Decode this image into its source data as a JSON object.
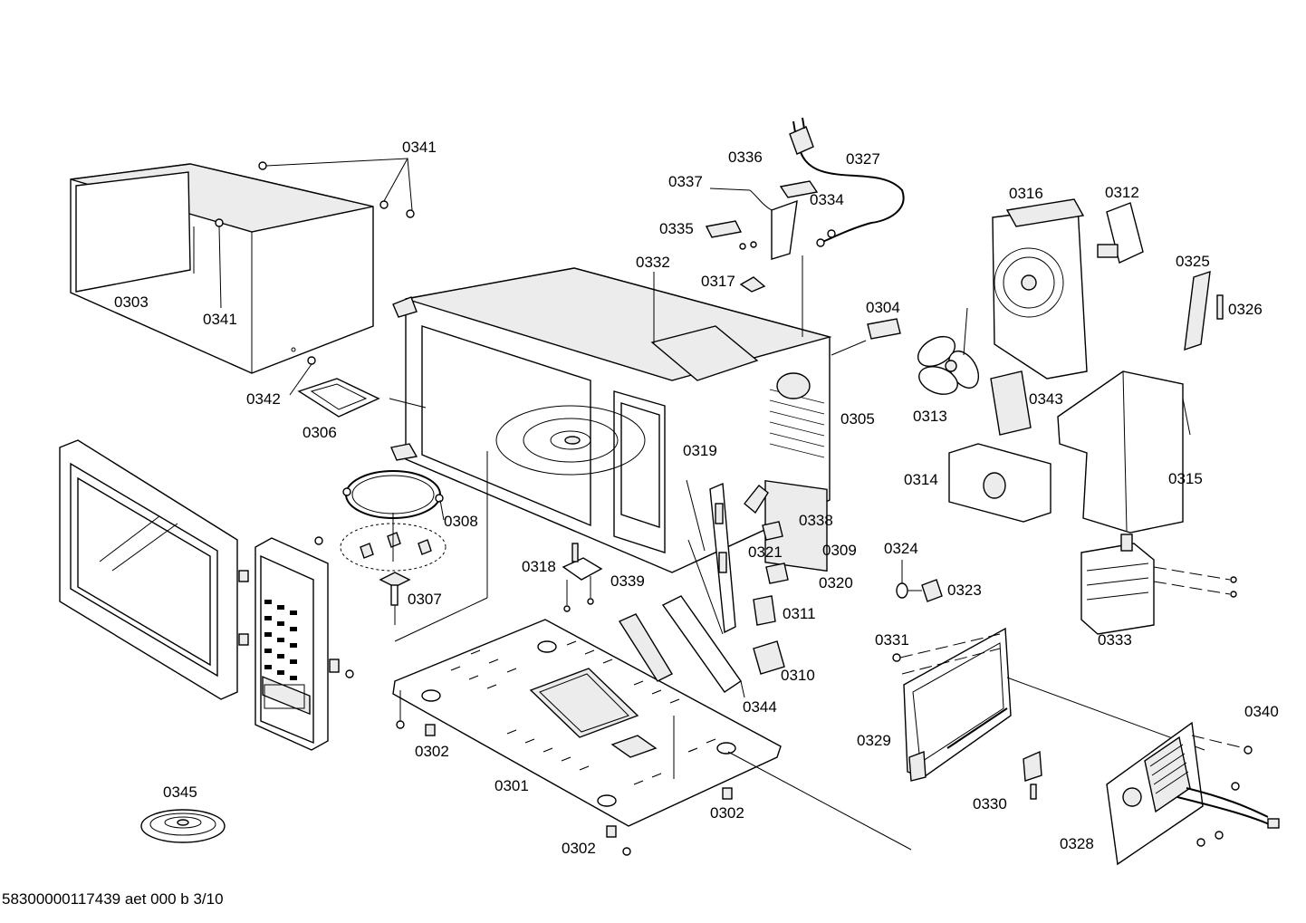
{
  "parts": [
    {
      "id": "0341a",
      "label": "0341"
    },
    {
      "id": "0341b",
      "label": "0341"
    },
    {
      "id": "0303",
      "label": "0303"
    },
    {
      "id": "0342",
      "label": "0342"
    },
    {
      "id": "0306",
      "label": "0306"
    },
    {
      "id": "0308",
      "label": "0308"
    },
    {
      "id": "0307",
      "label": "0307"
    },
    {
      "id": "0345",
      "label": "0345"
    },
    {
      "id": "0302a",
      "label": "0302"
    },
    {
      "id": "0302b",
      "label": "0302"
    },
    {
      "id": "0302c",
      "label": "0302"
    },
    {
      "id": "0301",
      "label": "0301"
    },
    {
      "id": "0318",
      "label": "0318"
    },
    {
      "id": "0339",
      "label": "0339"
    },
    {
      "id": "0344",
      "label": "0344"
    },
    {
      "id": "0332",
      "label": "0332"
    },
    {
      "id": "0317",
      "label": "0317"
    },
    {
      "id": "0335",
      "label": "0335"
    },
    {
      "id": "0337",
      "label": "0337"
    },
    {
      "id": "0336",
      "label": "0336"
    },
    {
      "id": "0327",
      "label": "0327"
    },
    {
      "id": "0334",
      "label": "0334"
    },
    {
      "id": "0304",
      "label": "0304"
    },
    {
      "id": "0305",
      "label": "0305"
    },
    {
      "id": "0319",
      "label": "0319"
    },
    {
      "id": "0338",
      "label": "0338"
    },
    {
      "id": "0309",
      "label": "0309"
    },
    {
      "id": "0321",
      "label": "0321"
    },
    {
      "id": "0320",
      "label": "0320"
    },
    {
      "id": "0311",
      "label": "0311"
    },
    {
      "id": "0310",
      "label": "0310"
    },
    {
      "id": "0316",
      "label": "0316"
    },
    {
      "id": "0312",
      "label": "0312"
    },
    {
      "id": "0325",
      "label": "0325"
    },
    {
      "id": "0326",
      "label": "0326"
    },
    {
      "id": "0313",
      "label": "0313"
    },
    {
      "id": "0343",
      "label": "0343"
    },
    {
      "id": "0314",
      "label": "0314"
    },
    {
      "id": "0315",
      "label": "0315"
    },
    {
      "id": "0324",
      "label": "0324"
    },
    {
      "id": "0323",
      "label": "0323"
    },
    {
      "id": "0333",
      "label": "0333"
    },
    {
      "id": "0331",
      "label": "0331"
    },
    {
      "id": "0329",
      "label": "0329"
    },
    {
      "id": "0330",
      "label": "0330"
    },
    {
      "id": "0340",
      "label": "0340"
    },
    {
      "id": "0328",
      "label": "0328"
    }
  ],
  "footer": {
    "doc_code": "58300000117439 aet 000 b 3/10"
  }
}
